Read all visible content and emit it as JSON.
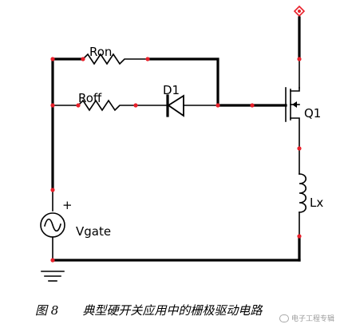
{
  "components": {
    "ron_label": "Ron",
    "roff_label": "Roff",
    "diode_label": "D1",
    "mosfet_label": "Q1",
    "inductor_label": "Lx",
    "source_label": "Vgate",
    "source_plus": "+"
  },
  "caption": {
    "figure_number": "图 8",
    "text": "典型硬开关应用中的栅极驱动电路"
  },
  "watermark": {
    "text": "电子工程专辑"
  },
  "colors": {
    "wire": "#000000",
    "node": "#e8202a",
    "terminal": "#e8202a"
  }
}
